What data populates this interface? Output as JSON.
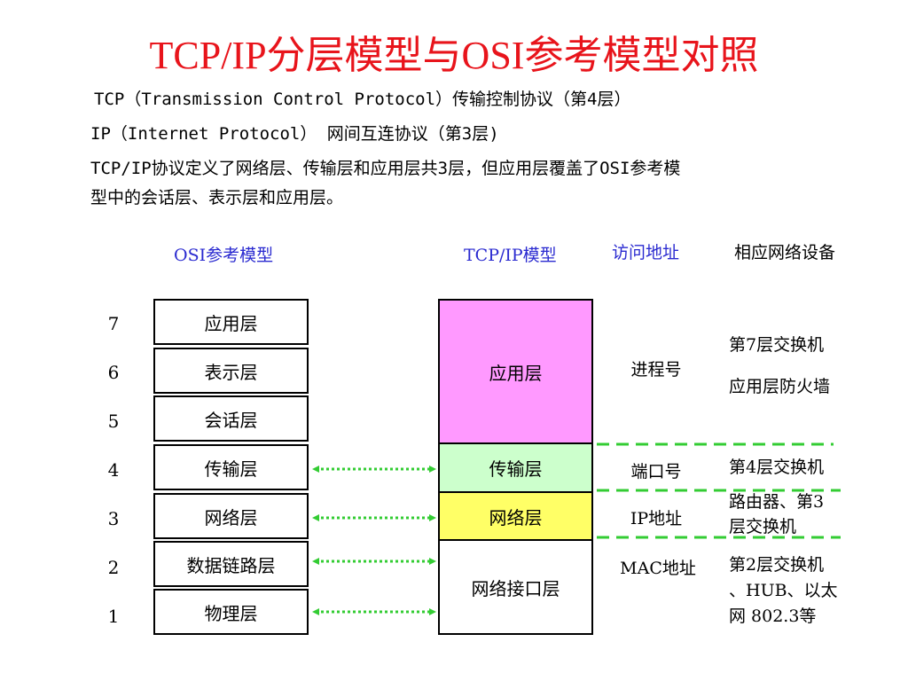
{
  "title": "TCP/IP分层模型与OSI参考模型对照",
  "intro": {
    "line1": "TCP（Transmission Control Protocol）传输控制协议（第4层）",
    "line2": "IP（Internet Protocol） 网间互连协议（第3层)",
    "line3": "TCP/IP协议定义了网络层、传输层和应用层共3层，但应用层覆盖了OSI参考模",
    "line4": "型中的会话层、表示层和应用层。"
  },
  "headers": {
    "osi": "OSI参考模型",
    "tcpip": "TCP/IP模型",
    "address": "访问地址",
    "devices": "相应网络设备"
  },
  "osi_layers": [
    {
      "num": "7",
      "name": "应用层"
    },
    {
      "num": "6",
      "name": "表示层"
    },
    {
      "num": "5",
      "name": "会话层"
    },
    {
      "num": "4",
      "name": "传输层"
    },
    {
      "num": "3",
      "name": "网络层"
    },
    {
      "num": "2",
      "name": "数据链路层"
    },
    {
      "num": "1",
      "name": "物理层"
    }
  ],
  "tcp_layers": [
    {
      "name": "应用层",
      "color": "#ff99ff"
    },
    {
      "name": "传输层",
      "color": "#ccffcc"
    },
    {
      "name": "网络层",
      "color": "#ffff66"
    },
    {
      "name": "网络接口层",
      "color": "#ffffff"
    }
  ],
  "addresses": [
    "进程号",
    "端口号",
    "IP地址",
    "MAC地址"
  ],
  "devices": {
    "app_1": "第7层交换机",
    "app_2": "应用层防火墙",
    "transport": "第4层交换机",
    "network_1": "路由器、第3",
    "network_2": "层交换机",
    "link_1": "第2层交换机",
    "link_2": "、HUB、以太",
    "link_3": "网 802.3等"
  },
  "colors": {
    "title": "#e8141b",
    "header_blue": "#2a2ad0",
    "arrow_green": "#33cc33"
  }
}
